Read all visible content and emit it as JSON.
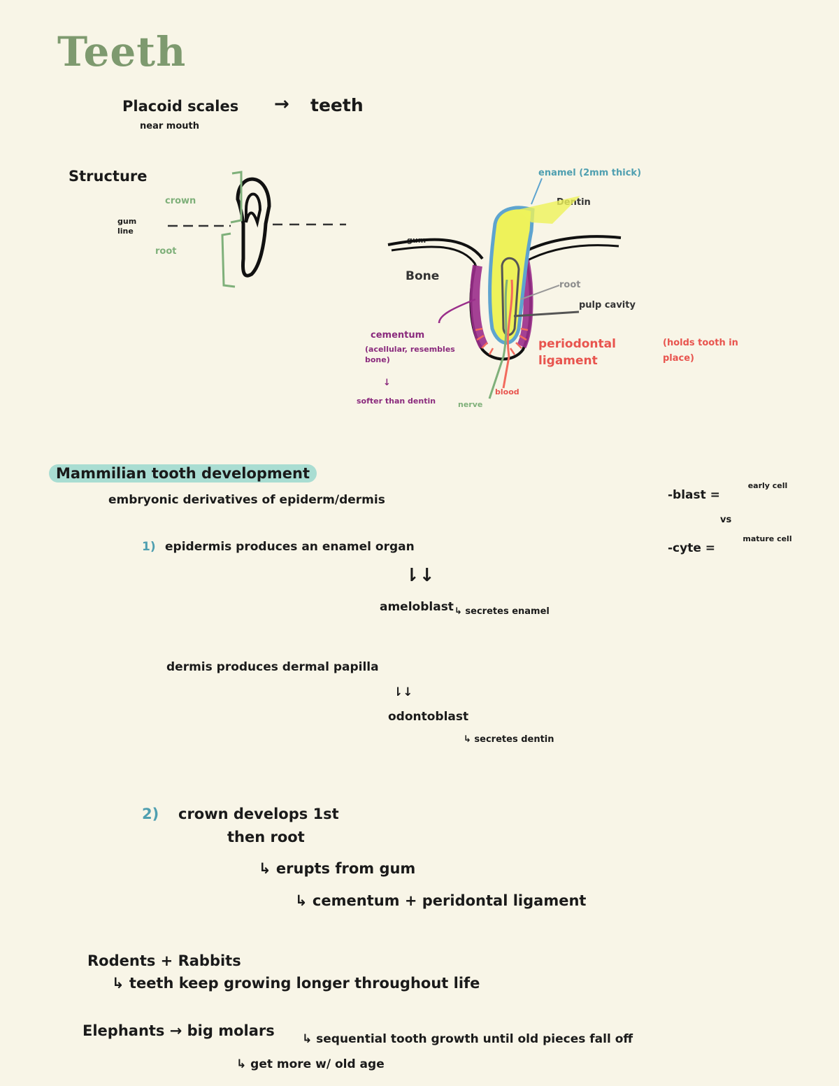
{
  "title": "Teeth",
  "placoid": {
    "line1": "Placoid scales",
    "arrow": "→",
    "teeth": "teeth",
    "sub": "near mouth"
  },
  "structure": {
    "heading": "Structure",
    "crown": "crown",
    "gum_line": "gum line",
    "root": "root"
  },
  "diagram": {
    "enamel": "enamel (2mm thick)",
    "dentin": "Dentin",
    "gum": "gum",
    "bone": "Bone",
    "root": "root",
    "pulp_cavity": "pulp cavity",
    "cementum": "cementum",
    "cementum_note": "(acellular, resembles bone)",
    "cementum_down": "↓",
    "softer": "softer than dentin",
    "periodontal": "periodontal ligament",
    "holds": "(holds tooth in place)",
    "blood": "blood",
    "nerve": "nerve"
  },
  "development": {
    "heading": "Mammilian tooth development",
    "intro": "embryonic derivatives of epiderm/dermis",
    "step1_num": "1)",
    "step1": "epidermis produces an enamel organ",
    "arrow1": "⇂↓",
    "amelo": "ameloblast",
    "amelo_secretes": "↳ secretes enamel",
    "dermis": "dermis produces dermal papilla",
    "arrow2": "⇂↓",
    "odonto": "odontoblast",
    "odonto_secretes": "↳ secretes dentin",
    "step2_num": "2)",
    "step2a": "crown develops 1st",
    "step2b": "then root",
    "erupts": "↳ erupts from gum",
    "cementum_pl": "↳ cementum + peridontal ligament"
  },
  "side_note": {
    "blast": "-blast =",
    "blast_def": "early cell",
    "vs": "vs",
    "cyte": "-cyte =",
    "cyte_def": "mature cell"
  },
  "rodents": {
    "line1": "Rodents + Rabbits",
    "line2": "↳ teeth keep growing longer throughout life"
  },
  "elephants": {
    "line1": "Elephants → big molars",
    "line2": "↳ sequential tooth growth until old pieces fall off",
    "line3": "↳ get more w/ old age"
  }
}
